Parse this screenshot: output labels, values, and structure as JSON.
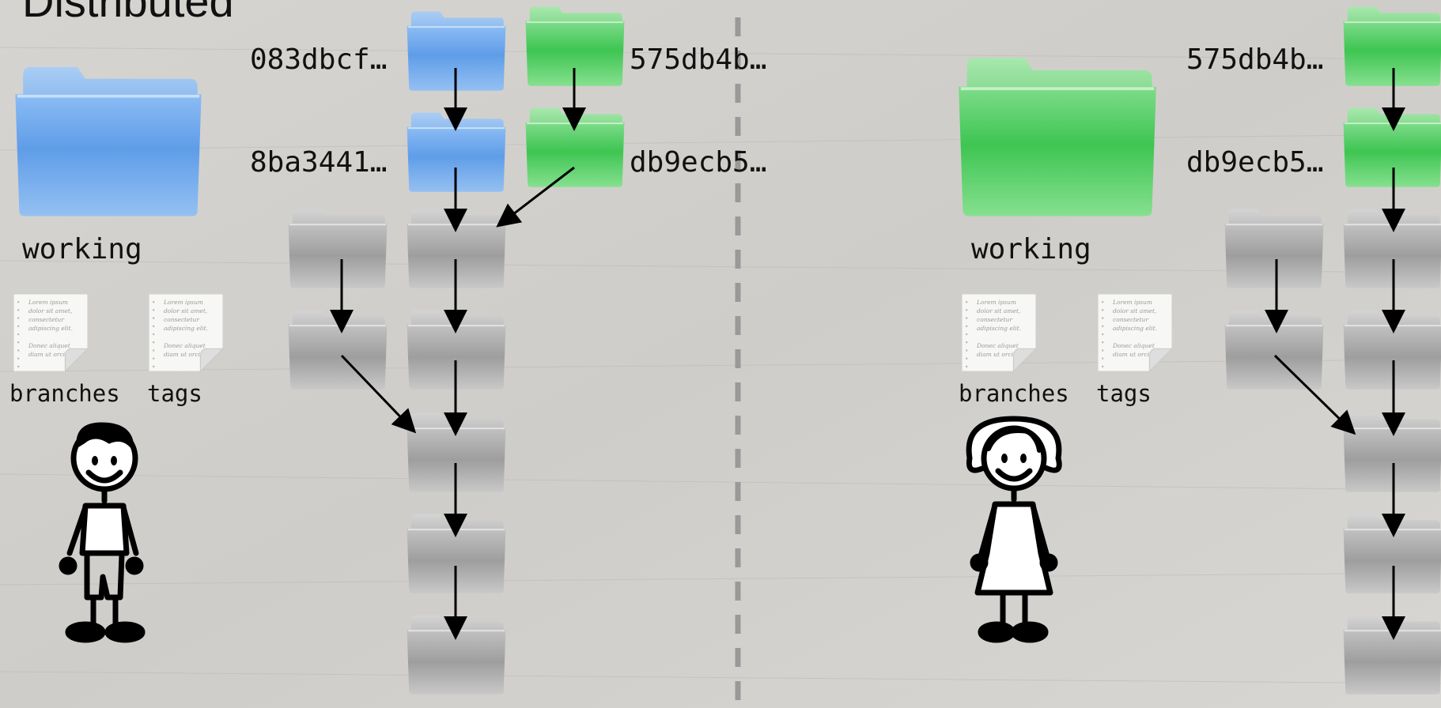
{
  "slide": {
    "title": "Distributed"
  },
  "left": {
    "working_label": "working",
    "branches_label": "branches",
    "tags_label": "tags",
    "commit_labels": [
      "083dbcf…",
      "8ba3441…"
    ],
    "remote_commit_labels": [
      "575db4b…",
      "db9ecb5…"
    ]
  },
  "right": {
    "working_label": "working",
    "branches_label": "branches",
    "tags_label": "tags",
    "commit_labels": [
      "575db4b…",
      "db9ecb5…"
    ]
  },
  "doc_lines": [
    "Lorem ipsum",
    "dolor sit amet,",
    "consectetur",
    "adipiscing elit.",
    "",
    "Donec aliquet",
    "diam ut orci"
  ],
  "colors": {
    "blue": "#6ea8ec",
    "green": "#4ccb5c",
    "gray": "#a8a8a8",
    "divider": "#999999"
  }
}
